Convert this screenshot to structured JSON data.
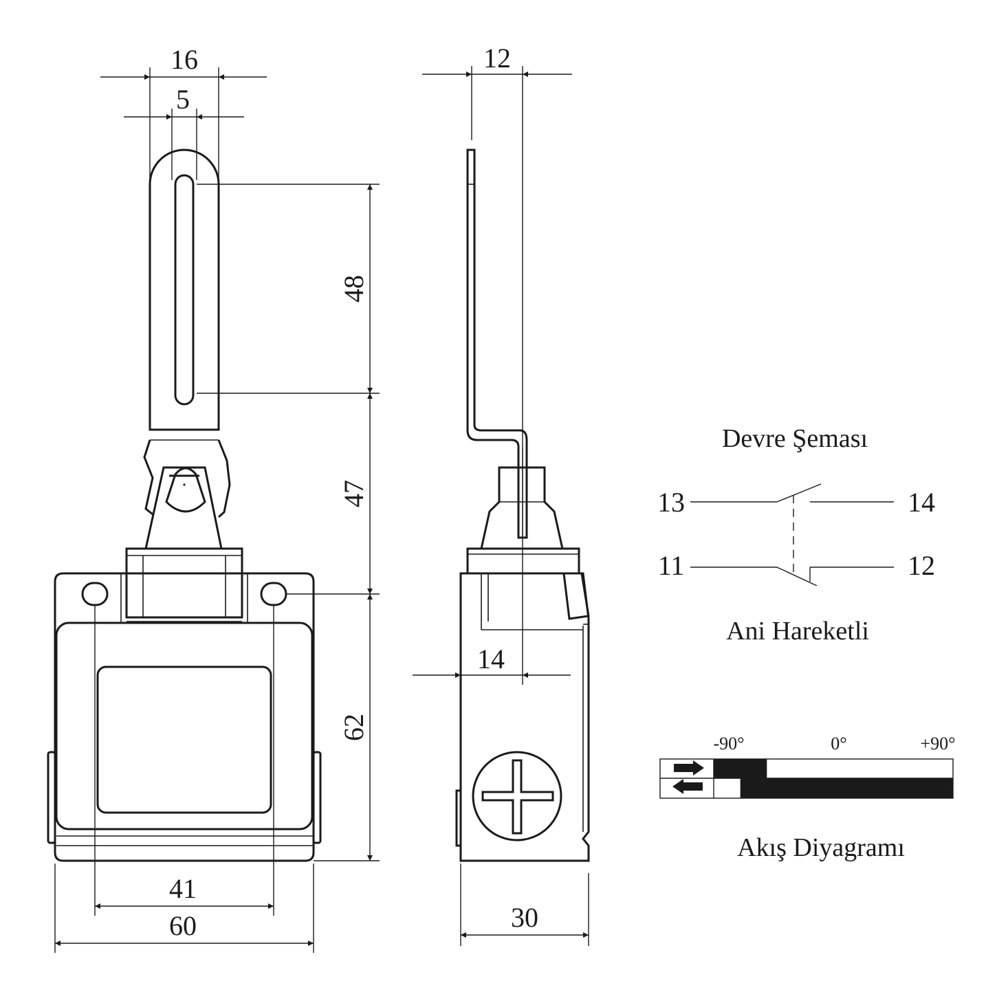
{
  "front_view": {
    "dims": {
      "lever_width": "16",
      "slot_width": "5",
      "slot_length": "48",
      "lever_to_mount": "47",
      "body_height": "62",
      "hole_spacing": "41",
      "body_width": "60"
    }
  },
  "side_view": {
    "dims": {
      "lever_offset": "12",
      "lever_axis": "14",
      "body_depth": "30"
    }
  },
  "circuit": {
    "title": "Devre Şeması",
    "subtitle": "Ani Hareketli",
    "terminals": {
      "t13": "13",
      "t14": "14",
      "t11": "11",
      "t12": "12"
    }
  },
  "flow": {
    "title": "Akış Diyagramı",
    "scale": {
      "left": "-90°",
      "center": "0°",
      "right": "+90°"
    },
    "rows": [
      {
        "direction": "forward",
        "closed_from": -90,
        "closed_to": -50
      },
      {
        "direction": "return",
        "closed_from": -70,
        "closed_to": 90
      }
    ]
  }
}
